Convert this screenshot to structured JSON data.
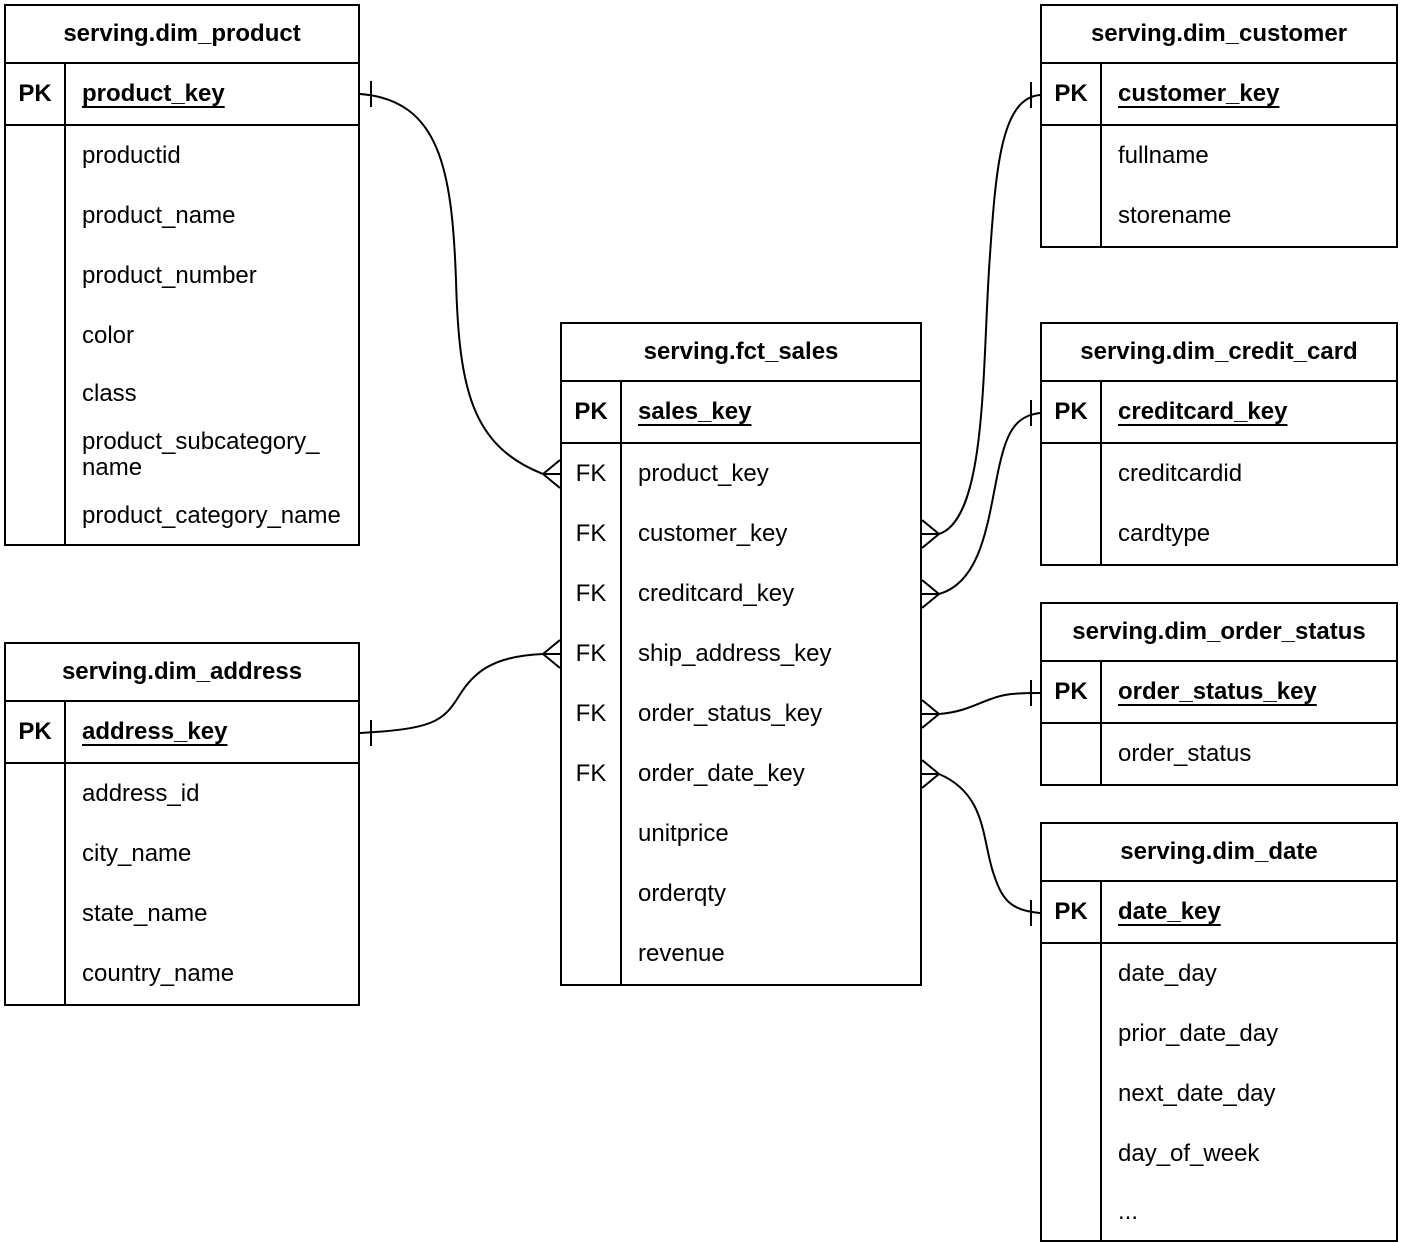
{
  "diagram": {
    "type": "entity-relationship",
    "colors": {
      "background": "#ffffff",
      "line": "#000000",
      "text": "#000000"
    },
    "tables": {
      "dim_product": {
        "title": "serving.dim_product",
        "pk": {
          "badge": "PK",
          "name": "product_key"
        },
        "fields": [
          {
            "badge": "",
            "name": "productid"
          },
          {
            "badge": "",
            "name": "product_name"
          },
          {
            "badge": "",
            "name": "product_number"
          },
          {
            "badge": "",
            "name": "color"
          },
          {
            "badge": "",
            "name": "class"
          },
          {
            "badge": "",
            "name": "product_subcategory_\nname"
          },
          {
            "badge": "",
            "name": "product_category_name"
          }
        ]
      },
      "dim_address": {
        "title": "serving.dim_address",
        "pk": {
          "badge": "PK",
          "name": "address_key"
        },
        "fields": [
          {
            "badge": "",
            "name": "address_id"
          },
          {
            "badge": "",
            "name": "city_name"
          },
          {
            "badge": "",
            "name": "state_name"
          },
          {
            "badge": "",
            "name": "country_name"
          }
        ]
      },
      "fct_sales": {
        "title": "serving.fct_sales",
        "pk": {
          "badge": "PK",
          "name": "sales_key"
        },
        "fields": [
          {
            "badge": "FK",
            "name": "product_key"
          },
          {
            "badge": "FK",
            "name": "customer_key"
          },
          {
            "badge": "FK",
            "name": "creditcard_key"
          },
          {
            "badge": "FK",
            "name": "ship_address_key"
          },
          {
            "badge": "FK",
            "name": "order_status_key"
          },
          {
            "badge": "FK",
            "name": "order_date_key"
          },
          {
            "badge": "",
            "name": "unitprice"
          },
          {
            "badge": "",
            "name": "orderqty"
          },
          {
            "badge": "",
            "name": "revenue"
          }
        ]
      },
      "dim_customer": {
        "title": "serving.dim_customer",
        "pk": {
          "badge": "PK",
          "name": "customer_key"
        },
        "fields": [
          {
            "badge": "",
            "name": "fullname"
          },
          {
            "badge": "",
            "name": "storename"
          }
        ]
      },
      "dim_credit_card": {
        "title": "serving.dim_credit_card",
        "pk": {
          "badge": "PK",
          "name": "creditcard_key"
        },
        "fields": [
          {
            "badge": "",
            "name": "creditcardid"
          },
          {
            "badge": "",
            "name": "cardtype"
          }
        ]
      },
      "dim_order_status": {
        "title": "serving.dim_order_status",
        "pk": {
          "badge": "PK",
          "name": "order_status_key"
        },
        "fields": [
          {
            "badge": "",
            "name": "order_status"
          }
        ]
      },
      "dim_date": {
        "title": "serving.dim_date",
        "pk": {
          "badge": "PK",
          "name": "date_key"
        },
        "fields": [
          {
            "badge": "",
            "name": "date_day"
          },
          {
            "badge": "",
            "name": "prior_date_day"
          },
          {
            "badge": "",
            "name": "next_date_day"
          },
          {
            "badge": "",
            "name": "day_of_week"
          },
          {
            "badge": "",
            "name": "..."
          }
        ]
      }
    },
    "relationships": [
      {
        "from": "serving.fct_sales.product_key",
        "to": "serving.dim_product.product_key",
        "from_cardinality": "many",
        "to_cardinality": "one"
      },
      {
        "from": "serving.fct_sales.ship_address_key",
        "to": "serving.dim_address.address_key",
        "from_cardinality": "many",
        "to_cardinality": "one"
      },
      {
        "from": "serving.fct_sales.customer_key",
        "to": "serving.dim_customer.customer_key",
        "from_cardinality": "many",
        "to_cardinality": "one"
      },
      {
        "from": "serving.fct_sales.creditcard_key",
        "to": "serving.dim_credit_card.creditcard_key",
        "from_cardinality": "many",
        "to_cardinality": "one"
      },
      {
        "from": "serving.fct_sales.order_status_key",
        "to": "serving.dim_order_status.order_status_key",
        "from_cardinality": "many",
        "to_cardinality": "one"
      },
      {
        "from": "serving.fct_sales.order_date_key",
        "to": "serving.dim_date.date_key",
        "from_cardinality": "many",
        "to_cardinality": "one"
      }
    ]
  }
}
